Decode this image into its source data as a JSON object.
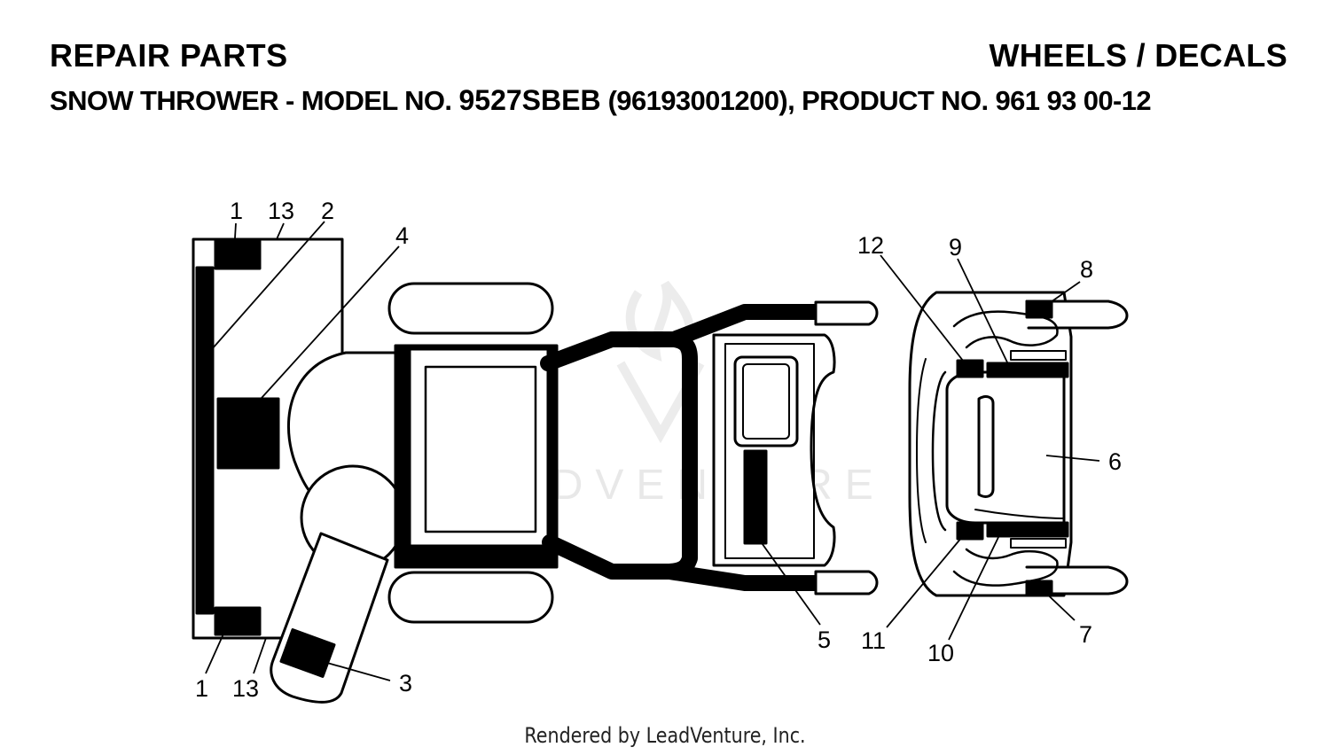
{
  "header": {
    "title_left": "REPAIR PARTS",
    "title_right": "WHEELS / DECALS",
    "subtitle_prefix": "SNOW THROWER - MODEL NO. ",
    "subtitle_model": "9527SBEB",
    "subtitle_suffix": " (96193001200), PRODUCT NO. 961 93 00-12"
  },
  "watermark": "LEADVENTURE",
  "callouts": {
    "c1_top": "1",
    "c13_top": "13",
    "c2": "2",
    "c4": "4",
    "c1_bottom": "1",
    "c13_bottom": "13",
    "c3": "3",
    "c5": "5",
    "c12": "12",
    "c9": "9",
    "c8": "8",
    "c6": "6",
    "c11": "11",
    "c10": "10",
    "c7": "7"
  },
  "footer": "Rendered by LeadVenture, Inc."
}
